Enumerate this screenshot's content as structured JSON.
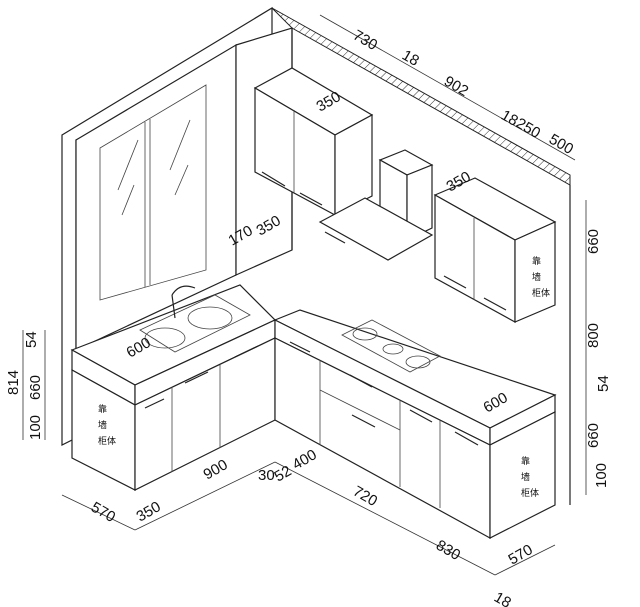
{
  "dims": {
    "d730": "730",
    "d18a": "18",
    "d902": "902",
    "d18b": "18",
    "d250": "250",
    "d500": "500",
    "d350a": "350",
    "d350b": "350",
    "d350c": "350",
    "d170": "170",
    "d660a": "660",
    "d800": "800",
    "d54b": "54",
    "d660b": "660",
    "d100b": "100",
    "d54a": "54",
    "d814": "814",
    "d660c": "660",
    "d100a": "100",
    "d600a": "600",
    "d600b": "600",
    "d900": "900",
    "d30": "30",
    "d52": "52",
    "d400": "400",
    "d720": "720",
    "d830": "830",
    "d570a": "570",
    "d350d": "350",
    "d570b": "570",
    "d18c": "18"
  },
  "labels": {
    "wall_cabinet_chars": [
      "靠",
      "墙",
      "柜体"
    ]
  }
}
